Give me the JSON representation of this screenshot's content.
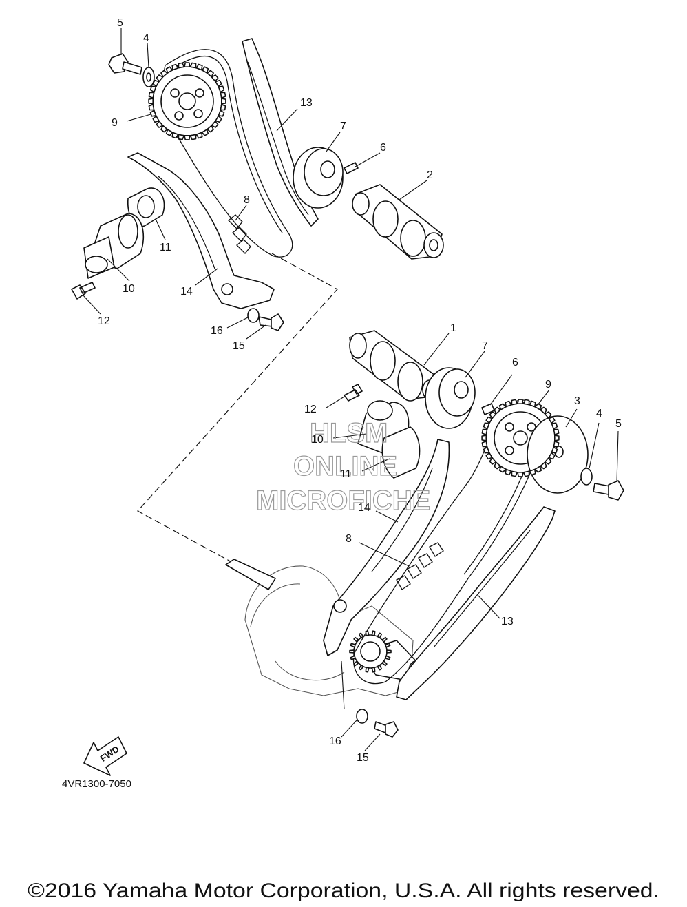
{
  "diagram": {
    "code": "4VR1300-7050",
    "copyright": "©2016 Yamaha Motor Corporation, U.S.A. All rights reserved.",
    "fwd_label": "FWD",
    "watermark": [
      "HLSM",
      "ONLINE",
      "MICROFICHE"
    ],
    "callouts": {
      "c1": "1",
      "c2": "2",
      "c3": "3",
      "c4a": "4",
      "c4b": "4",
      "c5a": "5",
      "c5b": "5",
      "c6a": "6",
      "c6b": "6",
      "c7a": "7",
      "c7b": "7",
      "c8a": "8",
      "c8b": "8",
      "c9a": "9",
      "c9b": "9",
      "c10a": "10",
      "c10b": "10",
      "c11a": "11",
      "c11b": "11",
      "c12a": "12",
      "c12b": "12",
      "c13a": "13",
      "c13b": "13",
      "c14a": "14",
      "c14b": "14",
      "c15a": "15",
      "c15b": "15",
      "c16a": "16",
      "c16b": "16"
    }
  }
}
